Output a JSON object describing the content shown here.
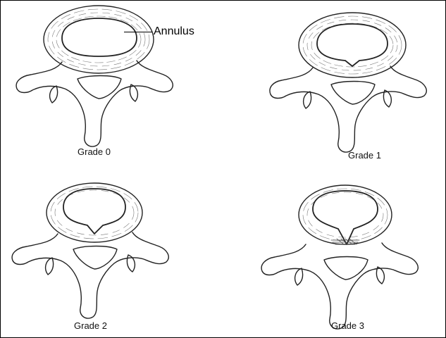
{
  "annotation": {
    "label": "Annulus"
  },
  "figures": [
    {
      "grade_label": "Grade 0",
      "nucleus": "intact"
    },
    {
      "grade_label": "Grade 1",
      "nucleus": "small inner notch"
    },
    {
      "grade_label": "Grade 2",
      "nucleus": "fissure into inner annulus"
    },
    {
      "grade_label": "Grade 3",
      "nucleus": "fissure reaching outer annulus"
    }
  ]
}
